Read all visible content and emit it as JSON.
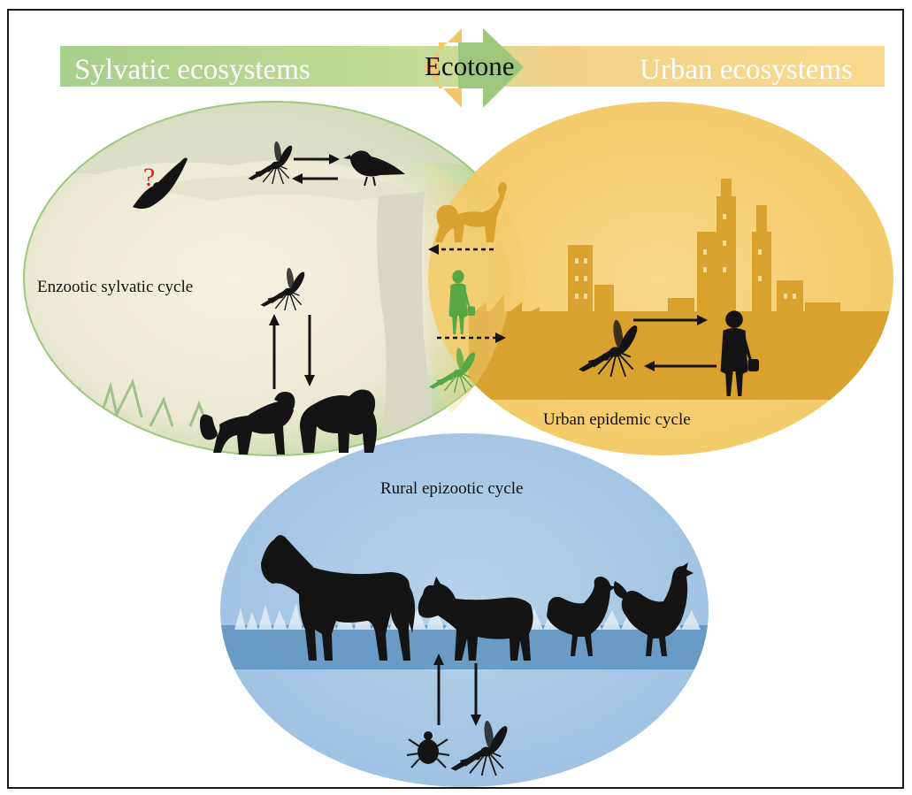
{
  "header": {
    "left_label": "Sylvatic ecosystems",
    "center_label": "Ecotone",
    "right_label": "Urban ecosystems"
  },
  "cycles": {
    "sylvatic": "Enzootic sylvatic cycle",
    "urban": "Urban epidemic cycle",
    "rural": "Rural epizootic cycle"
  },
  "annotations": {
    "question_mark": "?"
  },
  "colors": {
    "sylvatic_green": "#a8cf8e",
    "urban_yellow": "#f2c860",
    "rural_blue": "#a8c8e6",
    "ecotone_arrow_orange": "#f3c66a",
    "ecotone_arrow_green": "#9cc77c",
    "silhouette": "#141414",
    "city_gold": "#d9a12e",
    "ecotone_monkey": "#d9a12e",
    "ecotone_human": "#57a845",
    "question_red": "#e01e1e"
  },
  "icons": {
    "sylvatic": [
      "bat-icon",
      "mosquito-icon",
      "bird-icon",
      "baboon-icon",
      "gorilla-icon",
      "tree-icon"
    ],
    "ecotone": [
      "monkey-icon",
      "human-icon",
      "mosquito-icon"
    ],
    "urban": [
      "city-skyline",
      "mosquito-icon",
      "human-icon"
    ],
    "rural": [
      "horse-icon",
      "donkey-icon",
      "hen-icon",
      "rooster-icon",
      "tick-icon",
      "mosquito-icon"
    ]
  }
}
